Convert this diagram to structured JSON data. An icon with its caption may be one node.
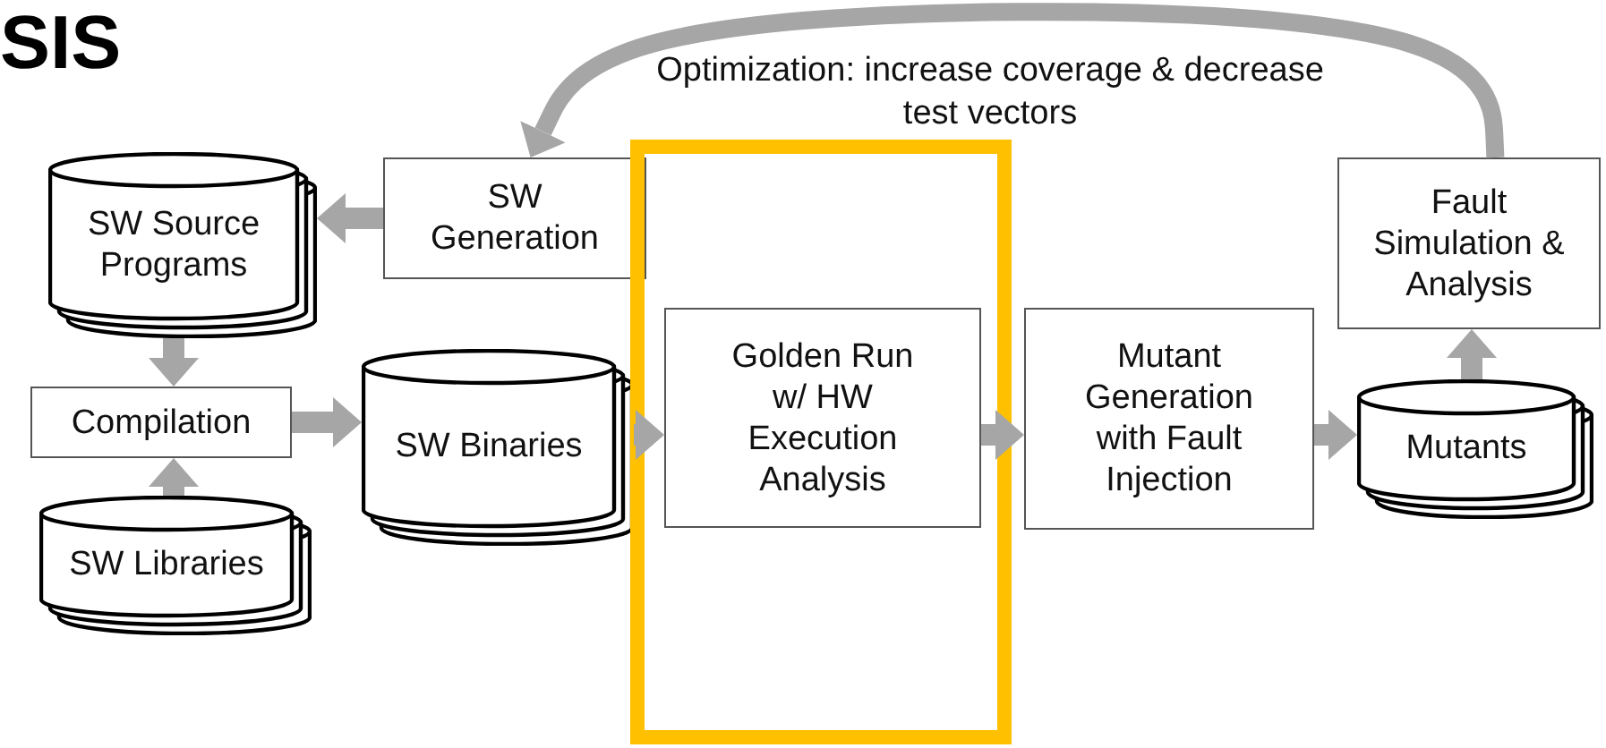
{
  "diagram": {
    "title": "SIS",
    "nodes": [
      {
        "text": [
          "SW Source Programs"
        ]
      },
      {
        "text": [
          "SW Generation"
        ]
      },
      {
        "text": [
          "Compilation"
        ]
      },
      {
        "text": [
          "SW Libraries"
        ]
      },
      {
        "text": [
          "SW Binaries"
        ]
      },
      {
        "text": [],
        "shape": "box"
      },
      {
        "text": [
          "Golden Run w/ HW Execution Analysis"
        ],
        "in": 5
      },
      {
        "text": [
          "Mutant Generation with Fault Injection"
        ]
      },
      {
        "text": [
          "Mutants"
        ]
      },
      {
        "text": [
          "Fault Simulation & Analysis"
        ]
      }
    ],
    "edges": [
      {
        "from": 1,
        "to": 0,
        "arrow": "to"
      },
      {
        "from": 0,
        "to": 2,
        "arrow": "to"
      },
      {
        "from": 3,
        "to": 2,
        "arrow": "to"
      },
      {
        "from": 2,
        "to": 4,
        "arrow": "to"
      },
      {
        "from": 4,
        "to": 6,
        "arrow": "to"
      },
      {
        "from": 6,
        "to": 7,
        "arrow": "to"
      },
      {
        "from": 7,
        "to": 8,
        "arrow": "to"
      },
      {
        "from": 8,
        "to": 9,
        "arrow": "to"
      },
      {
        "from": 9,
        "to": 1,
        "arrow": "to",
        "label": "Optimization: increase coverage & decrease test vectors"
      }
    ]
  }
}
